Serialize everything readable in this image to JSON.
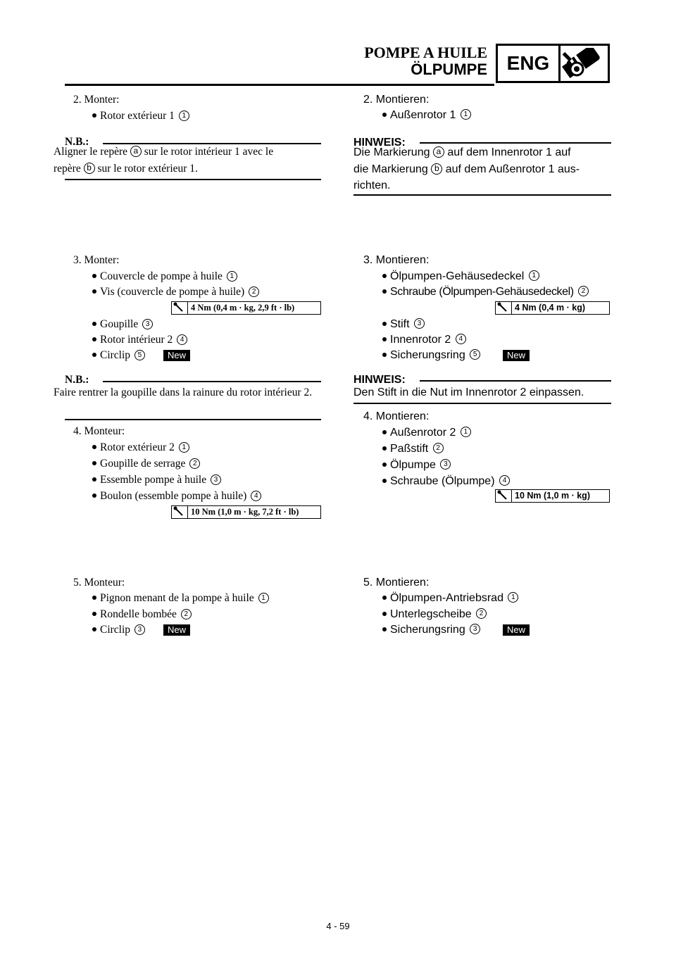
{
  "header": {
    "title_fr": "POMPE A HUILE",
    "title_de": "ÖLPUMPE",
    "section_badge": "ENG"
  },
  "fr": {
    "step2": {
      "label": "2. Monter:",
      "items": [
        "Rotor extérieur 1"
      ]
    },
    "note1": {
      "head": "N.B.:",
      "line1": "Aligner le repère",
      "line1b": "sur le rotor intérieur 1 avec le",
      "line2a": "repère",
      "line2b": "sur le rotor extérieur 1."
    },
    "step3": {
      "label": "3. Monter:",
      "items": [
        "Couvercle de pompe à huile",
        "Vis (couvercle de pompe à huile)",
        "Goupille",
        "Rotor intérieur 2",
        "Circlip"
      ],
      "torque": "4 Nm (0,4 m · kg, 2,9 ft · lb)"
    },
    "note2": {
      "head": "N.B.:",
      "text": "Faire rentrer la goupille dans la rainure du rotor intérieur 2."
    },
    "step4": {
      "label": "4. Monteur:",
      "items": [
        "Rotor extérieur 2",
        "Goupille de serrage",
        "Essemble pompe à huile",
        "Boulon (essemble pompe à huile)"
      ],
      "torque": "10 Nm (1,0 m · kg, 7,2 ft · lb)"
    },
    "step5": {
      "label": "5. Monteur:",
      "items": [
        "Pignon menant de la pompe à huile",
        "Rondelle bombée",
        "Circlip"
      ]
    }
  },
  "de": {
    "step2": {
      "label": "2. Montieren:",
      "items": [
        "Außenrotor 1"
      ]
    },
    "note1": {
      "head": "HINWEIS:",
      "text_a": "Die Markierung",
      "text_b": "auf dem Innenrotor 1 auf",
      "text_c": "die Markierung",
      "text_d": "auf dem Außenrotor 1 aus-",
      "text_e": "richten."
    },
    "step3": {
      "label": "3. Montieren:",
      "items": [
        "Ölpumpen-Gehäusedeckel",
        "Schraube (Ölpumpen-Gehäusedeckel)",
        "Stift",
        "Innenrotor 2",
        "Sicherungsring"
      ],
      "torque": "4 Nm (0,4 m · kg)"
    },
    "note2": {
      "head": "HINWEIS:",
      "text": "Den Stift in die Nut im Innenrotor 2 einpassen."
    },
    "step4": {
      "label": "4. Montieren:",
      "items": [
        "Außenrotor 2",
        "Paßstift",
        "Ölpumpe",
        "Schraube (Ölpumpe)"
      ],
      "torque": "10 Nm (1,0 m · kg)"
    },
    "step5": {
      "label": "5. Montieren:",
      "items": [
        "Ölpumpen-Antriebsrad",
        "Unterlegscheibe",
        "Sicherungsring"
      ]
    }
  },
  "markers": {
    "a": "a",
    "b": "b",
    "n1": "1",
    "n2": "2",
    "n3": "3",
    "n4": "4",
    "n5": "5"
  },
  "new_label": "New",
  "page_number": "4 - 59"
}
